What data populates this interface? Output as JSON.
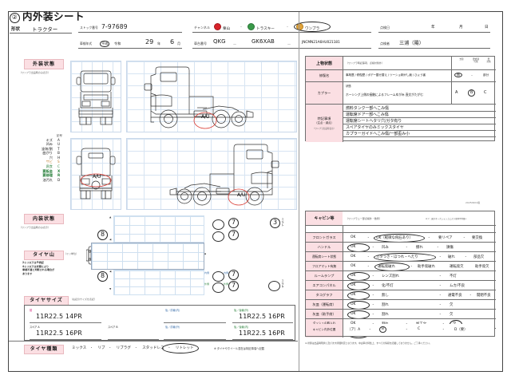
{
  "header": {
    "sheet_number": "②",
    "title": "内外装シート",
    "form_label": "形状",
    "form_value": "トラクター",
    "stock_label": "ストック番号",
    "stock_value": "7-97689",
    "year_label": "車検年式",
    "era_heisei": "平成",
    "era_reiwa": "令和",
    "year_value": "29",
    "year_unit": "年",
    "month_value": "6",
    "month_unit": "月",
    "channel_label": "チャンネル",
    "channels": [
      {
        "name": "栗山",
        "color": "#d8232a",
        "selected": false
      },
      {
        "name": "トラスキー",
        "color": "#3a9a4a",
        "selected": false
      },
      {
        "name": "ワンプラ",
        "color": "#e0a33c",
        "selected": true
      }
    ],
    "katashiki_label": "車台番号",
    "katashiki_prefix": "QKG",
    "katashiki_model": "GK6XAB",
    "katashiki_serial": "JNCMN21A6HU021181",
    "inspect_date_label": "点検日",
    "inspect_year_unit": "年",
    "inspect_month_unit": "月",
    "inspect_day_unit": "日",
    "inspector_label": "点検者",
    "inspector_value": "三浦（陽）"
  },
  "exterior": {
    "tag": "外装状態",
    "note": "（ワンプラ出品時のみ表示）",
    "damage_marks": [
      "A/U",
      "A/U",
      "A/U",
      "A/U"
    ]
  },
  "legend": {
    "header_key": "記号",
    "items": [
      {
        "name": "キズ",
        "code": "A",
        "color": "#111111"
      },
      {
        "name": "凹み",
        "code": "U",
        "color": "#111111"
      },
      {
        "name": "塗装/割",
        "code": "T",
        "color": "#111111"
      },
      {
        "name": "曲がり",
        "code": "B",
        "color": "#111111"
      },
      {
        "name": "穴",
        "code": "H",
        "color": "#111111"
      },
      {
        "name": "サビ",
        "code": "S",
        "color": "#c08030"
      },
      {
        "name": "腐食",
        "code": "C",
        "color": "#3a8a4a"
      },
      {
        "name": "要板金",
        "code": "X",
        "color": "#1f7a33"
      },
      {
        "name": "要修理",
        "code": "R",
        "color": "#1f7a33"
      },
      {
        "name": "油汚れ",
        "code": "D",
        "color": "#111111"
      }
    ]
  },
  "interior": {
    "tag": "内装状態",
    "note": "（ワンプラ出品時のみ表示）"
  },
  "tread": {
    "tag": "タイヤ山",
    "unit_note": "（ミリ単位）",
    "caution": "2ミリ以下は※表記\n4ミリ以下は状態により\n車検不適と判断される場合が\nあります",
    "left_front": "8",
    "left_rear": "8",
    "right_values": [
      "7",
      "7",
      "7",
      "7"
    ],
    "spare_value": "3",
    "spare_empty": "",
    "side_labels": [
      "外側",
      "内側",
      "内側",
      "外側"
    ],
    "spare_labels": [
      "スペアA",
      "スペアB"
    ]
  },
  "tire_size": {
    "tag": "タイヤサイズ",
    "note": "（右記のサイズを表記）",
    "front_label": "前",
    "rear_label": "後／前輪(内)",
    "rear_label2": "後／後輪(外)",
    "front_value": "11R22.5 14PR",
    "rear_value": "11R22.5 16PR",
    "spare_a_label": "スペア A",
    "spare_b_label": "スペア B",
    "spare_a_value": "11R22.5 16PR",
    "spare_b_value": "",
    "spare_rear_label": "後／前輪(外)",
    "spare_rear_label2": "後／後輪(内)",
    "spare_rear_value": "11R22.5 16PR"
  },
  "tire_kind": {
    "tag": "タイヤ種類",
    "options": [
      "ミックス",
      "リブ",
      "リブラグ",
      "スタッドレス",
      "リトレット"
    ],
    "selected": "スタッドレス",
    "note": "※ タイヤやホイール混在は特記事項へ記載"
  },
  "upper_body": {
    "tag": "上物状態",
    "note": "（ワンプラ時記事項、点検対象外）",
    "columns": [
      "支障",
      "要修理\n可能",
      "要\n交換"
    ],
    "rows": [
      {
        "label": "修復名",
        "text": "事故歴 / 修復歴 / ボデー載せ替え / ツーショ剥がし痕 / ひょう害",
        "marks": [
          "無",
          "・",
          "部分"
        ],
        "circled": "無"
      },
      {
        "label": "カプラー",
        "line1": "状態",
        "line2": "ホーシング上側の接触によるフレームゆがみ 直交がたがむ",
        "marks": [
          "A",
          "B",
          "C"
        ],
        "circled": "B"
      }
    ],
    "special_label": "特記事項",
    "special_sub": "（注点・減点）",
    "special_note": "（ワンプラ出品時表示）",
    "special_items": [
      "燃料タンク一部へこみ傷",
      "運転席ドアー部へこみ傷",
      "運転席シートヘタリ穴/ガタ有り",
      "スペアタイヤのみミックスタイヤ",
      "カプラーガイドへこみ傷/一部歪み小",
      "",
      ""
    ]
  },
  "cabin": {
    "tag": "キャビン等",
    "note": "（ワンプラュー部点検外・数所）",
    "note_right": "※ア：東京オークション上により車体不等量↓",
    "rows": [
      {
        "label": "フロントガラス",
        "options": [
          "OK",
          "OK（軽微な飛石あり）",
          "要リペア",
          "要交換"
        ],
        "selected": "OK（軽微な飛石あり）"
      },
      {
        "label": "ハンドル",
        "options": [
          "OK",
          "凹み",
          "擦れ",
          "損傷"
        ],
        "selected": "OK"
      },
      {
        "label": "運転席シート状態",
        "options": [
          "OK",
          "ガタつき・ほつれ・へたり",
          "破れ",
          "部品欠"
        ],
        "selected": "ガタつき・ほつれ・へたり"
      },
      {
        "label": "フロアマット有無",
        "options": [
          "OK",
          "運転席破れ",
          "助手席破れ",
          "運転席欠",
          "助手席欠"
        ],
        "selected": "運転席破れ"
      },
      {
        "label": "ルームランプ",
        "options": [
          "OK",
          "レンズ割れ",
          "不灯"
        ],
        "selected": "OK"
      },
      {
        "label": "エアコンパネル",
        "options": [
          "OK",
          "化/不灯",
          "ムカ/不良"
        ],
        "selected": "OK"
      },
      {
        "label": "タコグラフ",
        "options": [
          "OK",
          "無し",
          "通電不良",
          "開閉不良"
        ],
        "selected": "OK"
      },
      {
        "label": "灰皿（運転席）",
        "options": [
          "OK",
          "割れ",
          "欠"
        ],
        "selected": "OK"
      },
      {
        "label": "灰皿（助手席）",
        "options": [
          "OK",
          "割れ",
          "欠"
        ],
        "selected": "OK"
      },
      {
        "label": "ダッシュの取入れ",
        "options": [
          "OK",
          "割れ",
          "加工穴",
          "欠"
        ],
        "selected": "欠"
      },
      {
        "label": "センターコンソール",
        "options": [
          "OK",
          "割れ",
          "加工穴",
          "欠"
        ],
        "selected": "OK"
      },
      {
        "label": "キャビン内外位置",
        "options": [
          "（ア）A",
          "B",
          "C",
          "D（要）"
        ],
        "selected": "B"
      }
    ],
    "footnote": "※ 状態は出品時現状に及びます評価判定となります。中古車の特性上、すべての情報を記載しておりません。ご了承ください。",
    "stamp": "20250901版"
  }
}
